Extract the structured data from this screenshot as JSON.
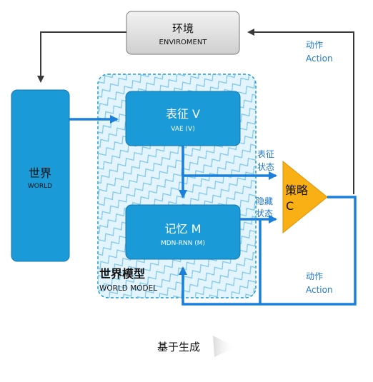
{
  "environment": {
    "title": "环境",
    "subtitle": "ENVIROMENT"
  },
  "world": {
    "title": "世界",
    "subtitle": "WORLD"
  },
  "world_model": {
    "title": "世界模型",
    "subtitle": "WORLD MODEL"
  },
  "vae": {
    "title": "表征 V",
    "subtitle": "VAE (V)"
  },
  "memory": {
    "title": "记忆 M",
    "subtitle": "MDN-RNN (M)"
  },
  "controller": {
    "title_line1": "策略",
    "title_line2": "C"
  },
  "edge_labels": {
    "action_top_cn": "动作",
    "action_top_en": "Action",
    "action_bottom_cn": "动作",
    "action_bottom_en": "Action",
    "repr_state_line1": "表征",
    "repr_state_line2": "状态",
    "hidden_state_line1": "隐藏",
    "hidden_state_line2": "状态"
  },
  "caption": "基于生成",
  "colors": {
    "blue_box": "#1a9ad6",
    "blue_arrow": "#1b7fdc",
    "label_blue": "#1f78c8",
    "controller_orange": "#f9b014",
    "environment_gray": "#d9d9d9",
    "world_model_bg": "#dcf1fb"
  }
}
